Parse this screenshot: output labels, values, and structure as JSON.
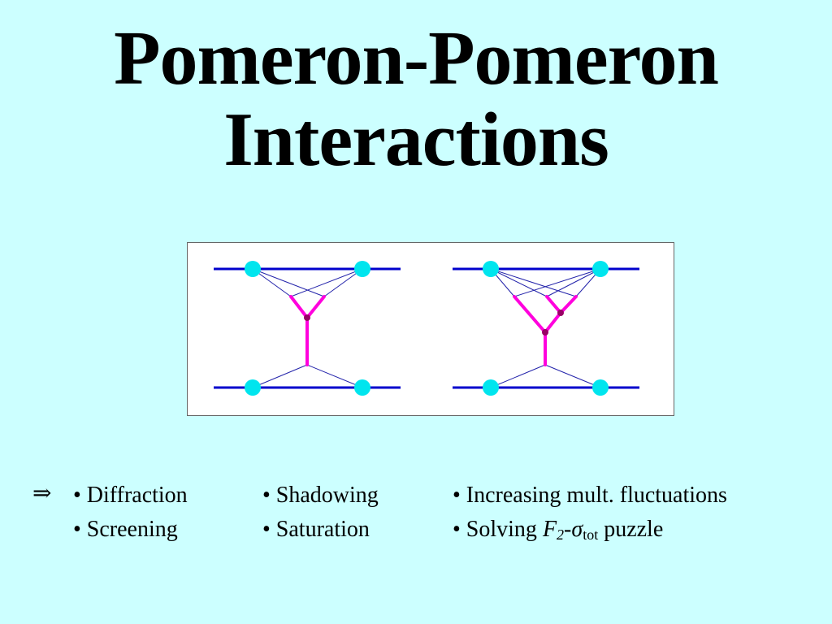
{
  "title": {
    "line1": "Pomeron-Pomeron",
    "line2": "Interactions"
  },
  "arrow_symbol": "⇒",
  "bullets": {
    "col1": [
      "• Diffraction",
      "• Screening"
    ],
    "col2": [
      "• Shadowing",
      "• Saturation"
    ],
    "col3": {
      "item1": "• Increasing mult. fluctuations",
      "item2_prefix": "• Solving ",
      "item2_F": "F",
      "item2_F_sub": "2",
      "item2_dash": "-",
      "item2_sigma": "σ",
      "item2_sigma_sub": "tot",
      "item2_suffix": " puzzle"
    }
  },
  "colors": {
    "background": "#ccffff",
    "line_blue": "#0000cc",
    "vertex_cyan": "#00e5ee",
    "pomeron_magenta": "#ff00dd",
    "junction_purple": "#990066"
  }
}
